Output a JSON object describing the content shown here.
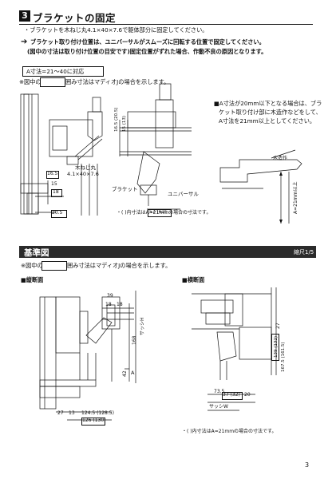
{
  "section": {
    "number": "3",
    "title": "ブラケットの固定"
  },
  "instructions": {
    "bullet1": "・ブラケットを木ねじ丸4.1×40×7.6で躯体部分に固定してください。",
    "arrow_line": "ブラケット取り付け位置は、ユニバーサルがスムーズに回転する位置で固定してください。",
    "arrow_line2": "(図中の寸法は取り付け位置の目安です)固定位置がずれた場合、作動不良の原因となります。"
  },
  "dimension_box": {
    "label": "A寸法=21〜40に対応"
  },
  "note_frame": {
    "prefix": "※図中の",
    "suffix": "囲み寸法はマディオJの場合を示します。"
  },
  "top_figure": {
    "labels": {
      "screw": "木ねじ丸",
      "screw_size": "4.1×40×7.6",
      "bracket": "ブラケット",
      "universal": "ユニバーサル",
      "d165": "16.5",
      "d15": "15",
      "d18": "18",
      "d205": "20.5",
      "d165_v": "16.5 (20.5)",
      "d15_13": "15 (13)",
      "d57": "57 (62)",
      "wood": "木造作",
      "a_height": "A=21mm以上"
    },
    "side_note": {
      "line1": "■A寸法が20mm以下となる場合は、ブラ",
      "line2": "ケット取り付け部に木造作などをして、",
      "line3": "A寸法を21mm以上としてください。"
    },
    "footnote": "・(   )内寸法はA=21mmの場合の寸法です。"
  },
  "reference": {
    "banner_title": "基準図",
    "scale": "縮尺1/5",
    "note_prefix": "※図中の",
    "note_suffix": "囲み寸法はマディオJの場合を示します。",
    "vertical_label": "■縦断面",
    "horizontal_label": "■横断面",
    "vertical_dims": {
      "d39": "39",
      "d18a": "18",
      "d18b": "18",
      "d168": "168",
      "d42": "42",
      "a": "A",
      "sash_h": "サッシH",
      "d27": "27",
      "d13": "13",
      "d124": "124.5 (128.5)",
      "d126": "126 (130)"
    },
    "horizontal_dims": {
      "d27": "27",
      "d139": "139 (132)",
      "d167": "167.5 (161.5)",
      "d735": "73.5",
      "d37": "37 (32)",
      "d20": "20",
      "sash_w": "サッシW"
    },
    "footnote": "・(   )内寸法はA=21mmの場合の寸法です。"
  },
  "page_number": "3"
}
